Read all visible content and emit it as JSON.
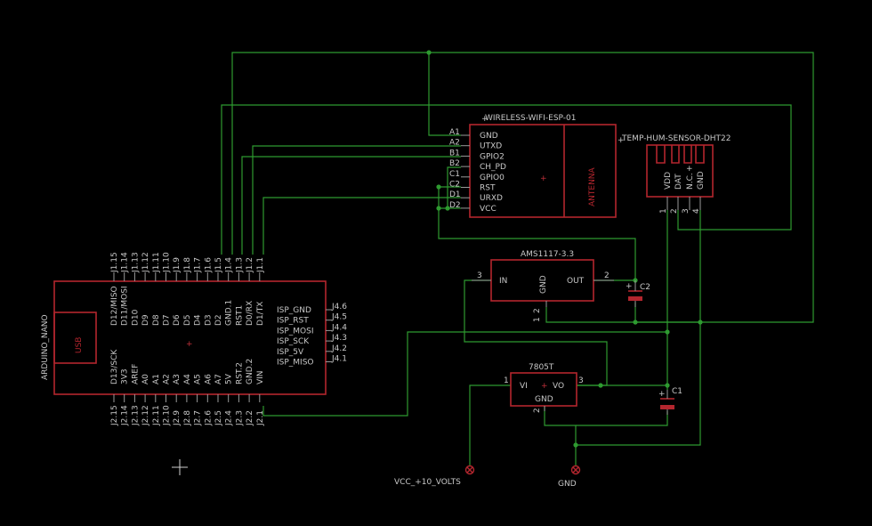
{
  "parts": {
    "esp": {
      "name": "WIRELESS-WIFI-ESP-01",
      "antenna": "ANTENNA",
      "pins": [
        "GND",
        "UTXD",
        "GPIO2",
        "CH_PD",
        "GPIO0",
        "RST",
        "URXD",
        "VCC"
      ],
      "conn_labels": [
        "A1",
        "A2",
        "B1",
        "B2",
        "C1",
        "C2",
        "D1",
        "D2"
      ]
    },
    "dht": {
      "name": "TEMP-HUM-SENSOR-DHT22",
      "pins": [
        "VDD",
        "DAT",
        "N.C.",
        "GND"
      ],
      "pin_numbers": [
        "1",
        "2",
        "3",
        "4"
      ],
      "plus": "+"
    },
    "ams": {
      "name": "AMS1117-3.3",
      "in": "IN",
      "gnd": "GND",
      "out": "OUT",
      "pin_in": "3",
      "pin_out": "2",
      "pin_gnd": "1",
      "pin_gnd2": "2"
    },
    "reg": {
      "name": "7805T",
      "vi": "VI",
      "vo": "VO",
      "gnd": "GND",
      "pin_vi": "1",
      "pin_vo": "3",
      "pin_gnd": "2"
    },
    "c1": {
      "name": "C1"
    },
    "c2": {
      "name": "C2"
    },
    "nano": {
      "name": "ARDUINO_NANO",
      "usb": "USB",
      "top_pins": [
        "J1.15",
        "J1.14",
        "J1.13",
        "J1.12",
        "J1.11",
        "J1.10",
        "J1.9",
        "J1.8",
        "J1.7",
        "J1.6",
        "J1.5",
        "J1.4",
        "J1.3",
        "J1.2",
        "J1.1"
      ],
      "top_labels": [
        "D12/MISO",
        "D11/MOSI",
        "D10",
        "D9",
        "D8",
        "D7",
        "D6",
        "D5",
        "D4",
        "D3",
        "D2",
        "GND.1",
        "RST1",
        "D0/RX",
        "D1/TX"
      ],
      "bottom_pins": [
        "J2.15",
        "J2.14",
        "J2.13",
        "J2.12",
        "J2.11",
        "J2.10",
        "J2.9",
        "J2.8",
        "J2.7",
        "J2.6",
        "J2.5",
        "J2.4",
        "J2.3",
        "J2.2",
        "J2.1"
      ],
      "bottom_labels": [
        "D13/SCK",
        "3V3",
        "AREF",
        "A0",
        "A1",
        "A2",
        "A3",
        "A4",
        "A5",
        "A6",
        "A7",
        "5V",
        "RST.2",
        "GND.2",
        "VIN"
      ],
      "isp_labels": [
        "ISP_GND",
        "ISP_RST",
        "ISP_MOSI",
        "ISP_SCK",
        "ISP_5V",
        "ISP_MISO"
      ],
      "isp_pins": [
        "J4.6",
        "J4.5",
        "J4.4",
        "J4.3",
        "J4.2",
        "J4.1"
      ]
    }
  },
  "supplies": {
    "vcc": "VCC_+10_VOLTS",
    "gnd": "GND"
  },
  "colors": {
    "wire": "#2e9a30",
    "part": "#b3262e",
    "text": "#c8c8c8",
    "background": "#000000"
  }
}
